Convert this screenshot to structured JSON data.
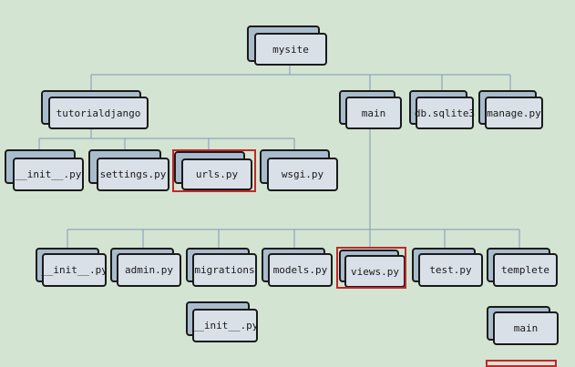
{
  "nodes": {
    "mysite": "mysite",
    "tutorialdjango": "tutorialdjango",
    "main": "main",
    "db_sqlite3": "db.sqlite3",
    "manage_py": "manage.py",
    "td_init_py": "__init__.py",
    "settings_py": "settings.py",
    "urls_py": "urls.py",
    "wsgi_py": "wsgi.py",
    "main_init_py": "__init__.py",
    "admin_py": "admin.py",
    "migrations": "migrations",
    "models_py": "models.py",
    "views_py": "views.py",
    "test_py": "test.py",
    "templete": "templete",
    "migrations_init_py": "__init__.py",
    "templete_main": "main"
  },
  "highlighted": [
    "urls_py",
    "views_py"
  ],
  "colors": {
    "background": "#d3e4d2",
    "box_back": "#a9bccd",
    "box_front": "#d9e0e8",
    "connector": "#7f9ab4",
    "highlight": "#c0282a"
  }
}
